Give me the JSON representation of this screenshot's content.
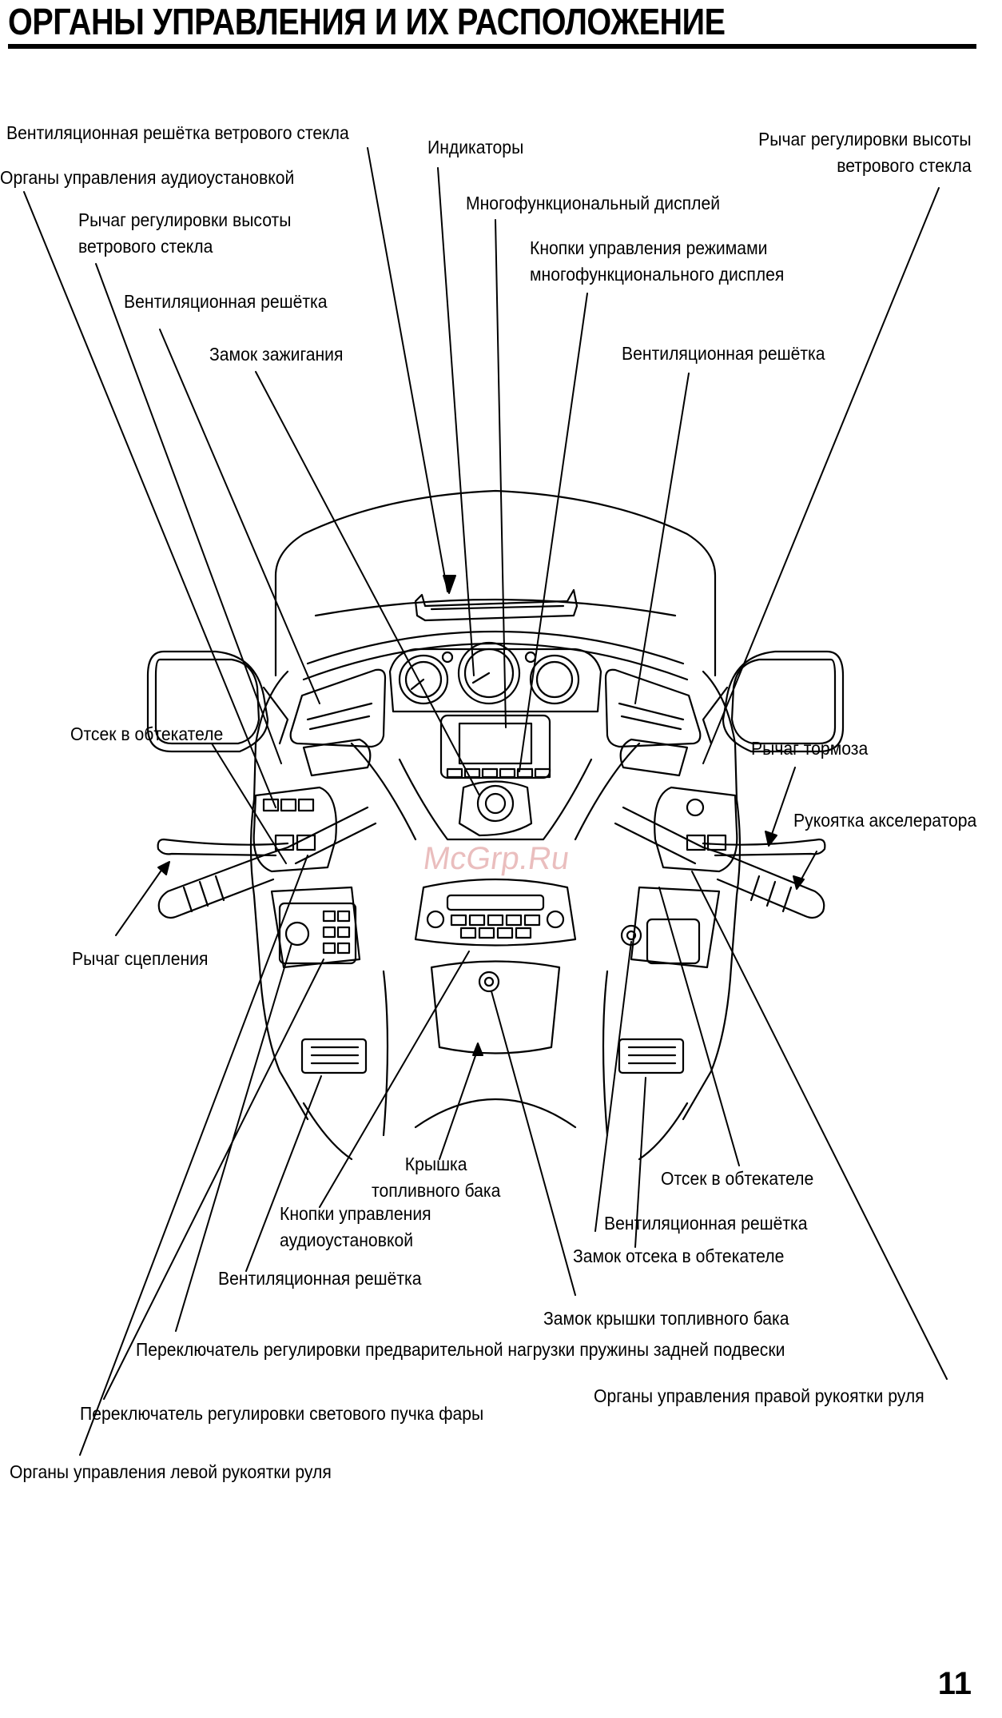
{
  "page": {
    "title": "ОРГАНЫ УПРАВЛЕНИЯ И ИХ РАСПОЛОЖЕНИЕ",
    "page_number": "11",
    "watermark": "McGrp.Ru"
  },
  "labels": {
    "vent_windshield": "Вентиляционная решётка ветрового стекла",
    "audio_controls": "Органы управления аудиоустановкой",
    "windshield_lever_left": "Рычаг регулировки высоты\nветрового стекла",
    "vent_left_upper": "Вентиляционная решётка",
    "ignition": "Замок зажигания",
    "indicators": "Индикаторы",
    "multi_display": "Многофункциональный дисплей",
    "display_mode_buttons": "Кнопки управления режимами\nмногофункционального дисплея",
    "windshield_lever_right": "Рычаг регулировки высоты\nветрового стекла",
    "vent_right_upper": "Вентиляционная решётка",
    "compartment_left": "Отсек в обтекателе",
    "brake_lever": "Рычаг тормоза",
    "throttle_grip": "Рукоятка акселератора",
    "clutch_lever": "Рычаг сцепления",
    "fuel_lid": "Крышка\nтопливного бака",
    "compartment_right": "Отсек в обтекателе",
    "audio_buttons": "Кнопки управления\nаудиоустановкой",
    "vent_right_lower": "Вентиляционная решётка",
    "compartment_lock": "Замок отсека в обтекателе",
    "vent_left_lower": "Вентиляционная решётка",
    "fuel_lid_lock": "Замок крышки топливного бака",
    "preload_switch": "Переключатель регулировки предварительной нагрузки пружины задней подвески",
    "right_handlebar": "Органы управления правой рукоятки руля",
    "headlight_switch": "Переключатель регулировки светового пучка фары",
    "left_handlebar": "Органы управления левой рукоятки руля"
  }
}
